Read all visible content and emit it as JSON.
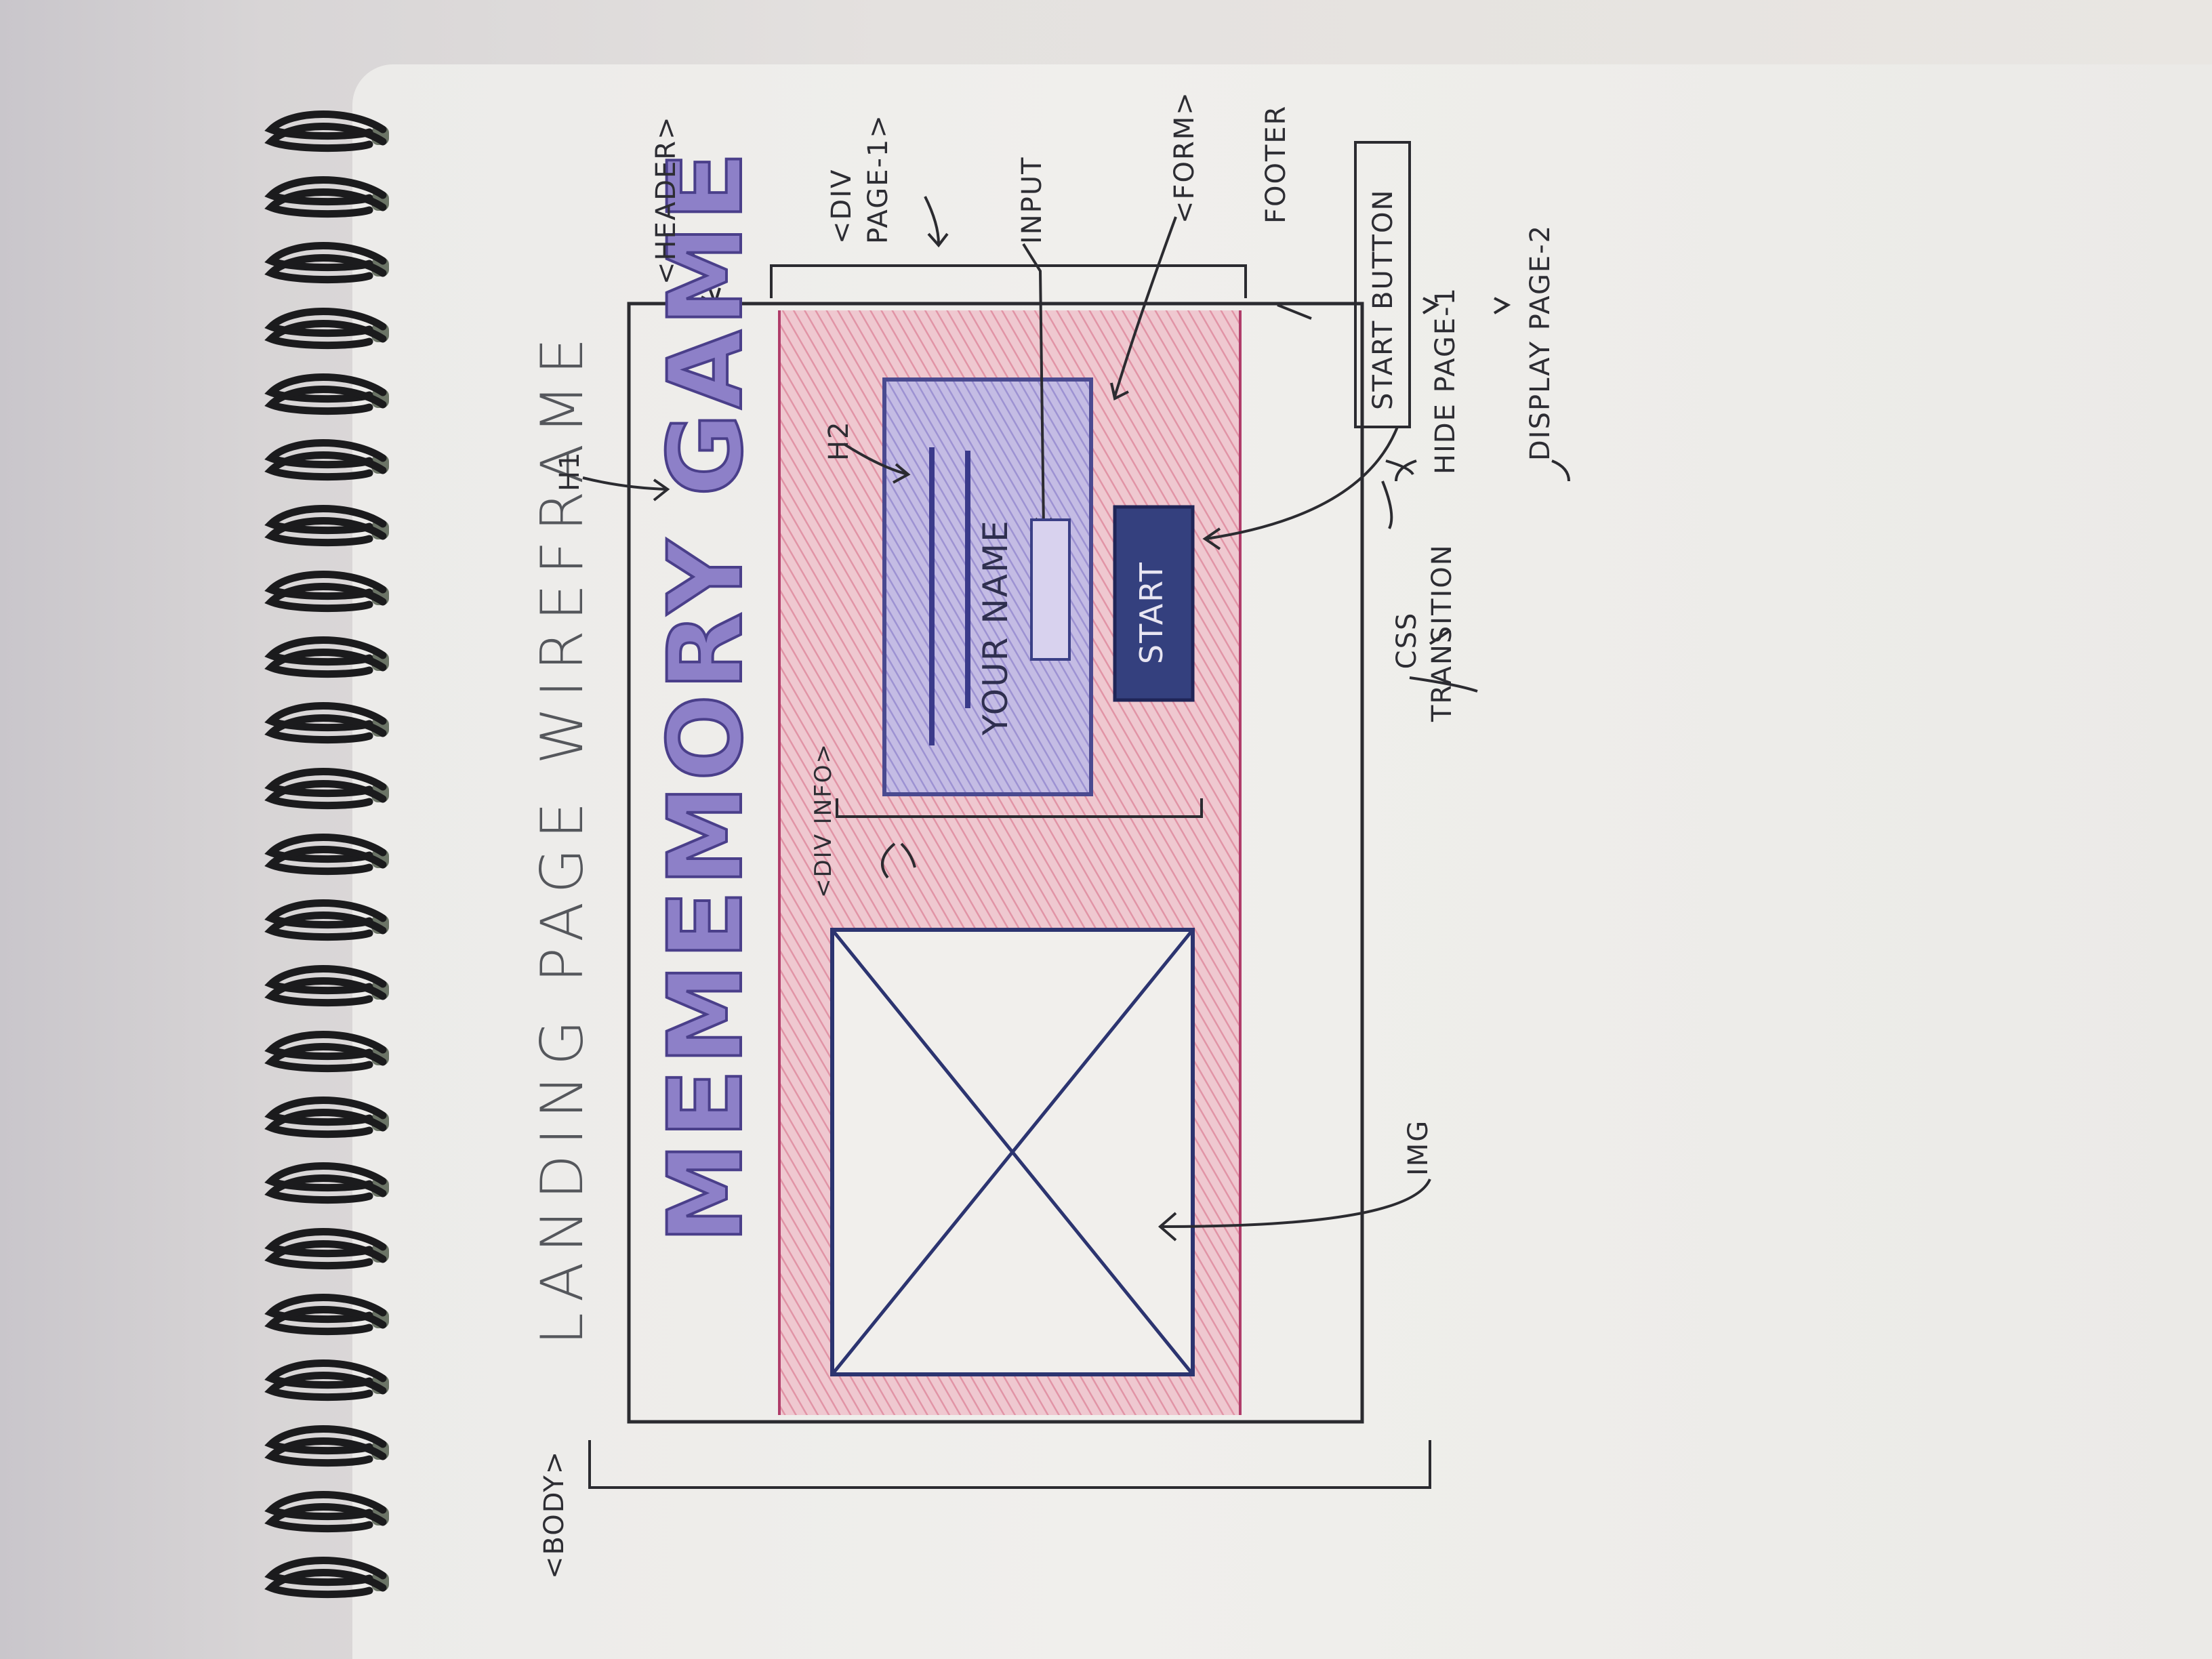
{
  "wireframe": {
    "title": "LANDING PAGE WIREFRAME",
    "h1_text": "MEMEMORY GAME",
    "input_label": "YOUR NAME",
    "start_button_label": "START",
    "annotations": {
      "body": "<BODY>",
      "header": "<HEADER>",
      "h1": "H1",
      "h2": "H2",
      "div_page": "<DIV PAGE-1>",
      "input": "INPUT",
      "form": "<FORM>",
      "footer": "FOOTER",
      "div_info": "<DIV INFO>",
      "img": "IMG",
      "start_button": "START BUTTON",
      "hide_page": "HIDE PAGE-1",
      "display_page": "DISPLAY PAGE-2",
      "css_transition": "CSS TRANSITION"
    },
    "colors": {
      "paper": "#efeeeb",
      "pink_fill": "#eaaab8",
      "violet_fill": "#b2a8da",
      "navy_ink": "#2c3470",
      "pencil": "#2b2b30"
    }
  }
}
